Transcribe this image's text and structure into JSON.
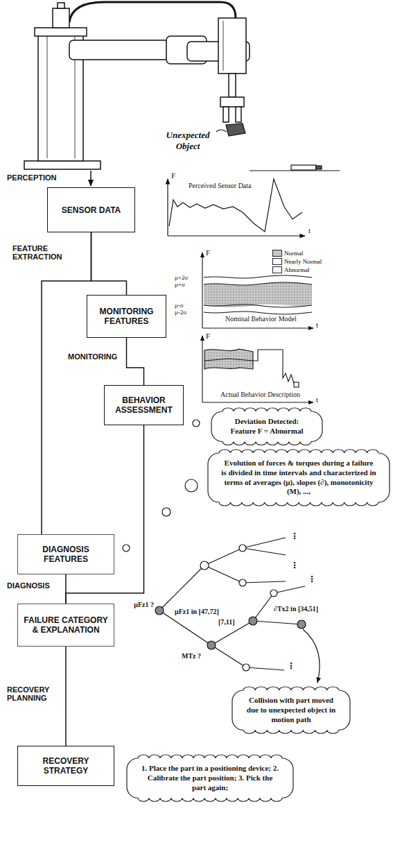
{
  "diagram": {
    "nodes": [
      {
        "text": [
          "SENSOR DATA"
        ]
      },
      {
        "text": [
          "MONITORING FEATURES"
        ]
      },
      {
        "text": [
          "BEHAVIOR ASSESSMENT"
        ]
      },
      {
        "text": [
          "Deviation Detected: Feature F = Abnormal"
        ]
      },
      {
        "text": [
          "Evolution of forces & torques during a failure is divided in time intervals and characterized in terms of averages (μ), slopes (∂), monotonicity (M), ...,"
        ]
      },
      {
        "text": [
          "DIAGNOSIS FEATURES"
        ]
      },
      {
        "text": [
          "FAILURE CATEGORY & EXPLANATION"
        ]
      },
      {
        "text": [
          "Collision with part moved due to unexpected object in motion path"
        ]
      },
      {
        "text": [
          "RECOVERY STRATEGY"
        ]
      },
      {
        "text": [
          "1. Place the part in a positioning device; 2. Calibrate the part position; 3. Pick the part again;"
        ]
      }
    ],
    "edges": [
      {
        "from": 0,
        "to": 1,
        "arrow": "none",
        "label": "FEATURE EXTRACTION"
      },
      {
        "from": 0,
        "to": 5,
        "arrow": "none"
      },
      {
        "from": 1,
        "to": 2,
        "arrow": "none",
        "label": "MONITORING"
      },
      {
        "from": 5,
        "to": 6,
        "arrow": "none",
        "label": "DIAGNOSIS"
      },
      {
        "from": 2,
        "to": 6,
        "arrow": "none"
      },
      {
        "from": 6,
        "to": 8,
        "arrow": "none",
        "label": "RECOVERY PLANNING"
      }
    ],
    "labels": [
      "Unexpected Object",
      "PERCEPTION",
      "F",
      "Perceived Sensor Data",
      "t",
      "F",
      "μ+2σ",
      "μ+σ",
      "μ-σ",
      "μ-2σ",
      "Nominal Behavior Model",
      "t",
      "F",
      "Actual Behavior Description",
      "t",
      "μFz1 ?",
      "μFz1 in [47,72]",
      "[7,11]",
      "MTz ?",
      "∂Tx2 in [34,51]",
      "⋮",
      "⋮",
      "⋮",
      "⋮"
    ],
    "legend": [
      {
        "text": "Normal",
        "color": "#c8c8c8"
      },
      {
        "text": "Nearly Normal",
        "color": "#ffffff"
      },
      {
        "text": "Abnormal",
        "color": "#ffffff"
      }
    ]
  }
}
